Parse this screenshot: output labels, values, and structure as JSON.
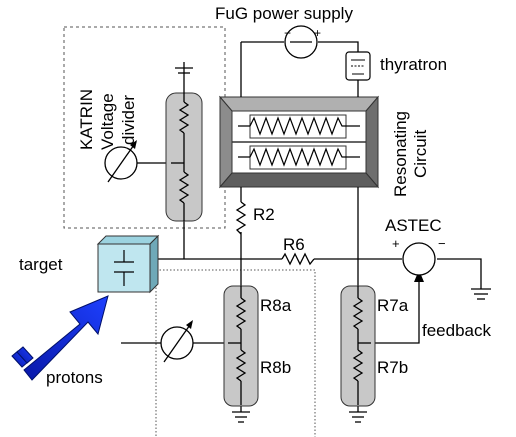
{
  "labels": {
    "power_supply": "FuG power supply",
    "thyratron": "thyratron",
    "katrin": "KATRIN",
    "voltage": "Voltage",
    "divider": "divider",
    "resonating": "Resonating",
    "circuit": "Circuit",
    "r2": "R2",
    "r6": "R6",
    "astec": "ASTEC",
    "plus": "+",
    "minus": "−",
    "target": "target",
    "r8a": "R8a",
    "r8b": "R8b",
    "r7a": "R7a",
    "r7b": "R7b",
    "feedback": "feedback",
    "protons": "protons"
  },
  "colors": {
    "divider_fill": "#c8c8c8",
    "target_fill": "#bfe6ef",
    "circuit_frame": "#8a8a8a",
    "arrow": "#0a1fd6"
  }
}
